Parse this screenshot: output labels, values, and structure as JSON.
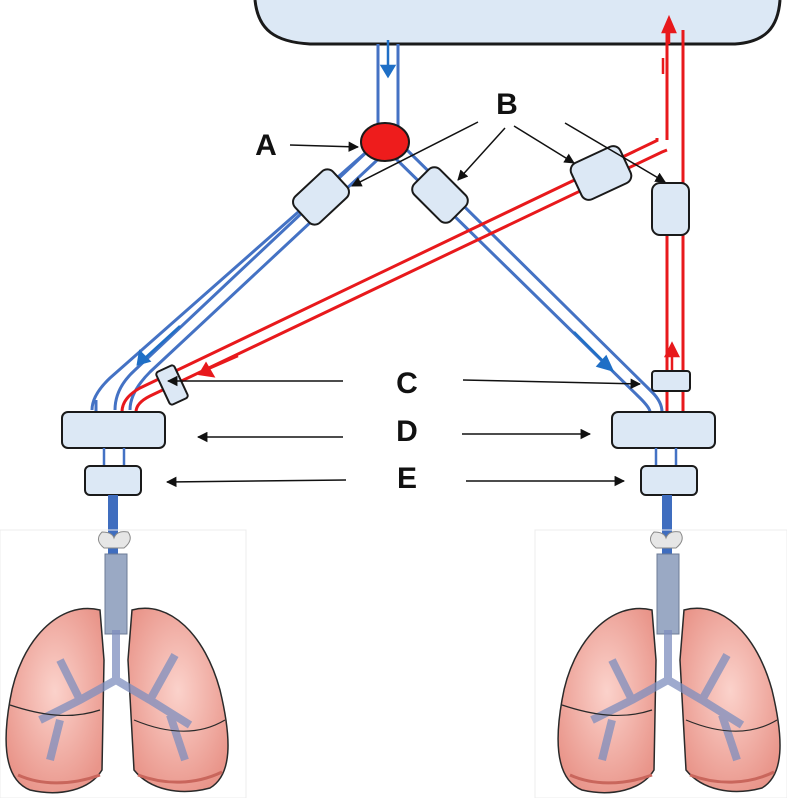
{
  "labels": {
    "a": "A",
    "b": "B",
    "c": "C",
    "d": "D",
    "e": "E"
  },
  "colors": {
    "inspiratory": "#4472c4",
    "expiratory": "#e8191c",
    "component_fill": "#dce8f5",
    "component_stroke": "#1a1a1a",
    "ventilator_fill": "#dce8f5",
    "lung_fill": "#f3b3ab",
    "trachea_fill": "#9aa9c4"
  },
  "icons": {
    "ventilator": "ventilator-body",
    "valve": "y-valve-red",
    "lungs_left": "lungs-icon",
    "lungs_right": "lungs-icon"
  }
}
